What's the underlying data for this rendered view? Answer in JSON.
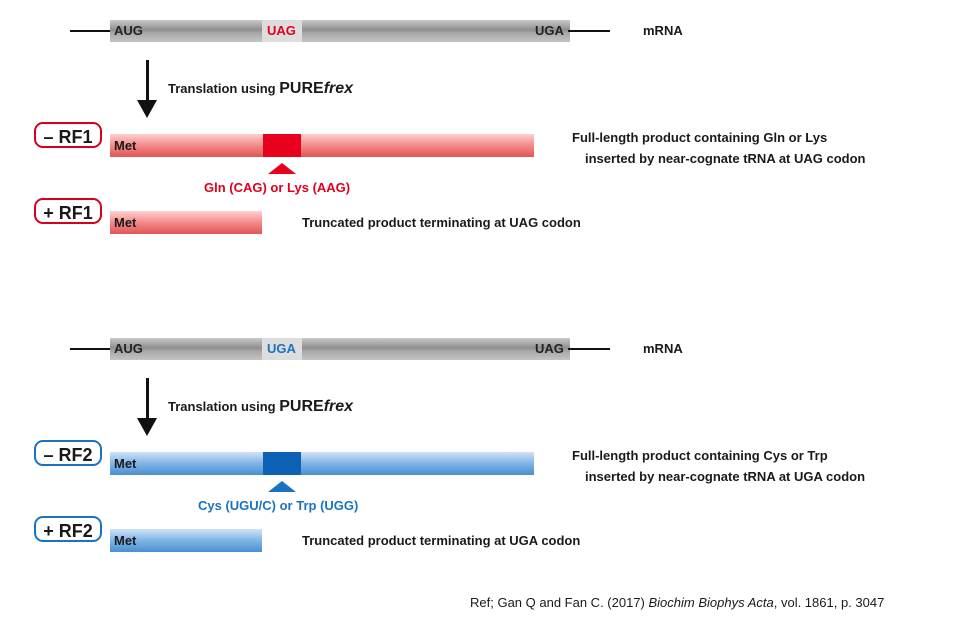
{
  "panel1": {
    "codon_start": "AUG",
    "codon_mid": "UAG",
    "codon_end": "UGA",
    "mrna_label": "mRNA",
    "translation_prefix": "Translation using ",
    "kit_main": "PURE",
    "kit_italic": "frex",
    "badge_minus": "– RF1",
    "badge_plus": "+ RF1",
    "met_label": "Met",
    "insert_label": "Gln (CAG) or Lys (AAG)",
    "full_line1": "Full-length product containing Gln or Lys",
    "full_line2": "inserted by near-cognate tRNA at UAG codon",
    "truncated": "Truncated product terminating at UAG codon",
    "colors": {
      "accent": "#e8001c"
    }
  },
  "panel2": {
    "codon_start": "AUG",
    "codon_mid": "UGA",
    "codon_end": "UAG",
    "mrna_label": "mRNA",
    "translation_prefix": "Translation using ",
    "kit_main": "PURE",
    "kit_italic": "frex",
    "badge_minus": "– RF2",
    "badge_plus": "+ RF2",
    "met_label": "Met",
    "insert_label": "Cys (UGU/C) or Trp (UGG)",
    "full_line1": "Full-length product containing Cys or Trp",
    "full_line2": "inserted by near-cognate tRNA at UGA codon",
    "truncated": "Truncated product terminating at UGA codon",
    "colors": {
      "accent": "#1a73c2"
    }
  },
  "reference": {
    "prefix": "Ref; Gan Q and Fan C. (2017) ",
    "journal": "Biochim Biophys Acta",
    "suffix": ", vol. 1861, p. 3047"
  }
}
